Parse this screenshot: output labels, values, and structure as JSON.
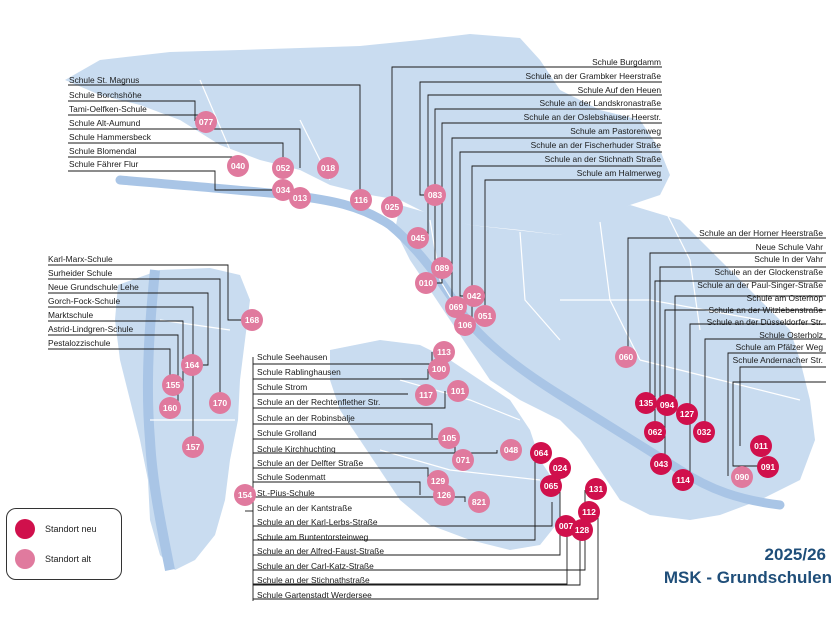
{
  "title": {
    "year": "2025/26",
    "main": "MSK - Grundschulen"
  },
  "legend": [
    {
      "label": "Standort neu",
      "color": "#d0104c"
    },
    {
      "label": "Standort alt",
      "color": "#e07a9e"
    }
  ],
  "colors": {
    "new": "#d0104c",
    "old": "#e07a9e",
    "land": "#c9dcf0",
    "land_light": "#d9e6f4",
    "water": "#a9c5e6",
    "leader": "#1a1a1a",
    "boundary": "#ffffff"
  },
  "schools": [
    {
      "id": "077",
      "status": "alt",
      "name": "Schule St. Magnus"
    },
    {
      "id": "040",
      "status": "alt",
      "name": "Schule Borchshöhe"
    },
    {
      "id": "052",
      "status": "alt",
      "name": "Tami-Oelfken-Schule"
    },
    {
      "id": "034",
      "status": "alt",
      "name": "Schule Alt-Aumund"
    },
    {
      "id": "013",
      "status": "alt",
      "name": "Schule Hammersbeck"
    },
    {
      "id": "018",
      "status": "alt",
      "name": "Schule Blomendal"
    },
    {
      "id": "116",
      "status": "alt",
      "name": "Schule Fährer Flur"
    },
    {
      "id": "025",
      "status": "alt",
      "name": "Schule Burgdamm"
    },
    {
      "id": "083",
      "status": "alt",
      "name": "Schule an der Grambker Heerstraße"
    },
    {
      "id": "045",
      "status": "alt",
      "name": "Schule Auf den Heuen"
    },
    {
      "id": "089",
      "status": "alt",
      "name": "Schule an der Landskronastraße"
    },
    {
      "id": "010",
      "status": "alt",
      "name": "Schule an der Oslebshauser Heerstr."
    },
    {
      "id": "069",
      "status": "alt",
      "name": "Schule am Pastorenweg"
    },
    {
      "id": "042",
      "status": "alt",
      "name": "Schule an der Fischerhuder Straße"
    },
    {
      "id": "106",
      "status": "alt",
      "name": "Schule an der Stichnath Straße"
    },
    {
      "id": "051",
      "status": "alt",
      "name": "Schule am Halmerweg"
    },
    {
      "id": "168",
      "status": "alt",
      "name": "Karl-Marx-Schule"
    },
    {
      "id": "170",
      "status": "alt",
      "name": "Surheider Schule"
    },
    {
      "id": "164",
      "status": "alt",
      "name": "Neue Grundschule Lehe"
    },
    {
      "id": "157",
      "status": "alt",
      "name": "Gorch-Fock-Schule"
    },
    {
      "id": "155",
      "status": "alt",
      "name": "Marktschule"
    },
    {
      "id": "160",
      "status": "alt",
      "name": "Astrid-Lindgren-Schule"
    },
    {
      "id": "113",
      "status": "alt",
      "name": "Pestalozzischule"
    },
    {
      "id": "100",
      "status": "alt",
      "name": "Schule Seehausen"
    },
    {
      "id": "117",
      "status": "alt",
      "name": "Schule Rablinghausen"
    },
    {
      "id": "101",
      "status": "alt",
      "name": "Schule Strom"
    },
    {
      "id": "105",
      "status": "alt",
      "name": "Schule an der Rechtenflether Str."
    },
    {
      "id": "071",
      "status": "alt",
      "name": "Schule an der Robinsbalje"
    },
    {
      "id": "048",
      "status": "alt",
      "name": "Schule Grolland"
    },
    {
      "id": "129",
      "status": "alt",
      "name": "Schule Kirchhuchting"
    },
    {
      "id": "126",
      "status": "alt",
      "name": "Schule an der Delfter Straße"
    },
    {
      "id": "821",
      "status": "alt",
      "name": "Schule Sodenmatt"
    },
    {
      "id": "154",
      "status": "alt",
      "name": "St.-Pius-Schule"
    },
    {
      "id": "064",
      "status": "neu",
      "name": "Schule an der Kantstraße"
    },
    {
      "id": "024",
      "status": "neu",
      "name": "Schule an der Karl-Lerbs-Straße"
    },
    {
      "id": "065",
      "status": "neu",
      "name": "Schule am Buntentorsteinweg"
    },
    {
      "id": "131",
      "status": "neu",
      "name": "Schule an der Alfred-Faust-Straße"
    },
    {
      "id": "007",
      "status": "neu",
      "name": "Schule an der Carl-Katz-Straße"
    },
    {
      "id": "112",
      "status": "neu",
      "name": "Schule an der Stichnathstraße"
    },
    {
      "id": "128",
      "status": "neu",
      "name": "Schule Gartenstadt Werdersee"
    },
    {
      "id": "060",
      "status": "alt",
      "name": "Schule an der Horner Heerstraße"
    },
    {
      "id": "135",
      "status": "neu",
      "name": "Neue Schule Vahr"
    },
    {
      "id": "094",
      "status": "neu",
      "name": "Schule In der Vahr"
    },
    {
      "id": "062",
      "status": "neu",
      "name": "Schule an der Glockenstraße"
    },
    {
      "id": "127",
      "status": "neu",
      "name": "Schule an der Paul-Singer-Straße"
    },
    {
      "id": "043",
      "status": "neu",
      "name": "Schule am Osterhop"
    },
    {
      "id": "114",
      "status": "neu",
      "name": "Schule an der Witzlebenstraße"
    },
    {
      "id": "032",
      "status": "neu",
      "name": "Schule an der Düsseldorfer Str."
    },
    {
      "id": "090",
      "status": "alt",
      "name": "Schule Osterholz"
    },
    {
      "id": "011",
      "status": "neu",
      "name": "Schule am Pfälzer Weg"
    },
    {
      "id": "091",
      "status": "neu",
      "name": "Schule Andernacher Str."
    }
  ]
}
